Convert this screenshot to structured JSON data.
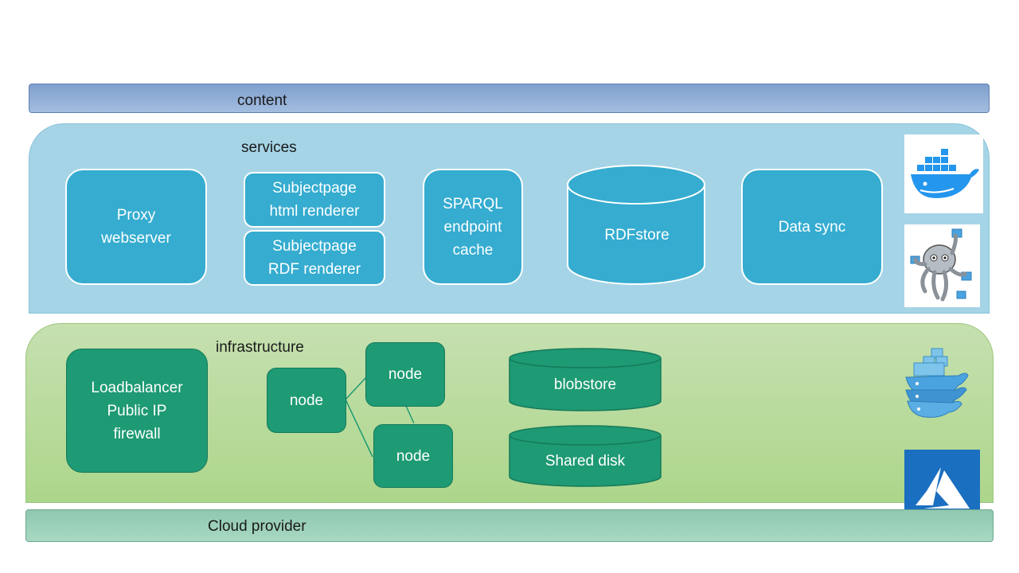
{
  "layers": {
    "content": "content",
    "services": "services",
    "infrastructure": "infrastructure",
    "cloud_provider": "Cloud provider"
  },
  "services": {
    "proxy": "Proxy\nwebserver",
    "subjectpage_html": "Subjectpage\nhtml renderer",
    "subjectpage_rdf": "Subjectpage\nRDF renderer",
    "sparql": "SPARQL\nendpoint\ncache",
    "rdfstore": "RDFstore",
    "datasync": "Data sync"
  },
  "infrastructure": {
    "loadbalancer": "Loadbalancer\nPublic IP\nfirewall",
    "node_a": "node",
    "node_b": "node",
    "node_c": "node",
    "blobstore": "blobstore",
    "shared_disk": "Shared disk"
  },
  "logos": {
    "docker": "docker-whale-icon",
    "kubernetes": "octopus-icon",
    "swarm": "docker-swarm-icon",
    "azure": "azure-icon"
  },
  "colors": {
    "service_box": "#35acd0",
    "infra_box": "#1e9a74",
    "services_layer": "#a5d4e6",
    "infra_layer": "#b8dc9c",
    "content_bar": "#8faed8",
    "cloud_bar": "#9cd0b8",
    "azure_blue": "#1b6fc0"
  }
}
